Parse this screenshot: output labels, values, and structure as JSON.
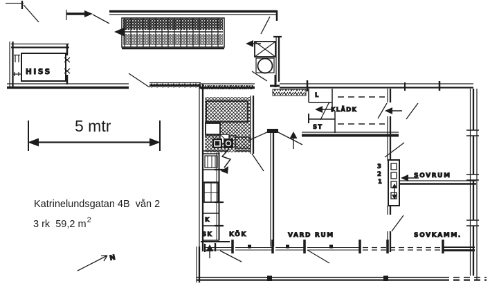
{
  "meta": {
    "background": "#ffffff",
    "ink": "#1c1c1c"
  },
  "annotations": {
    "scale_label": "5 mtr",
    "address": "Katrinelundsgatan 4B  vån 2",
    "size_prefix": "3 rk  59,2 m",
    "size_exponent": "2",
    "north_label": "N"
  },
  "rooms": {
    "elevator": "HISS",
    "closet_room": "KLÄDK",
    "linen_closet": "L",
    "cleaning_closet": "ST",
    "bedroom": "SOVRUM",
    "kitchen": "KÖK",
    "living_room": "VARD RUM",
    "small_bedroom": "SOVKAMM.",
    "fridge": "K",
    "sink_cabinet": "SK",
    "wardrobe_numbers": [
      "3",
      "2",
      "1"
    ]
  }
}
